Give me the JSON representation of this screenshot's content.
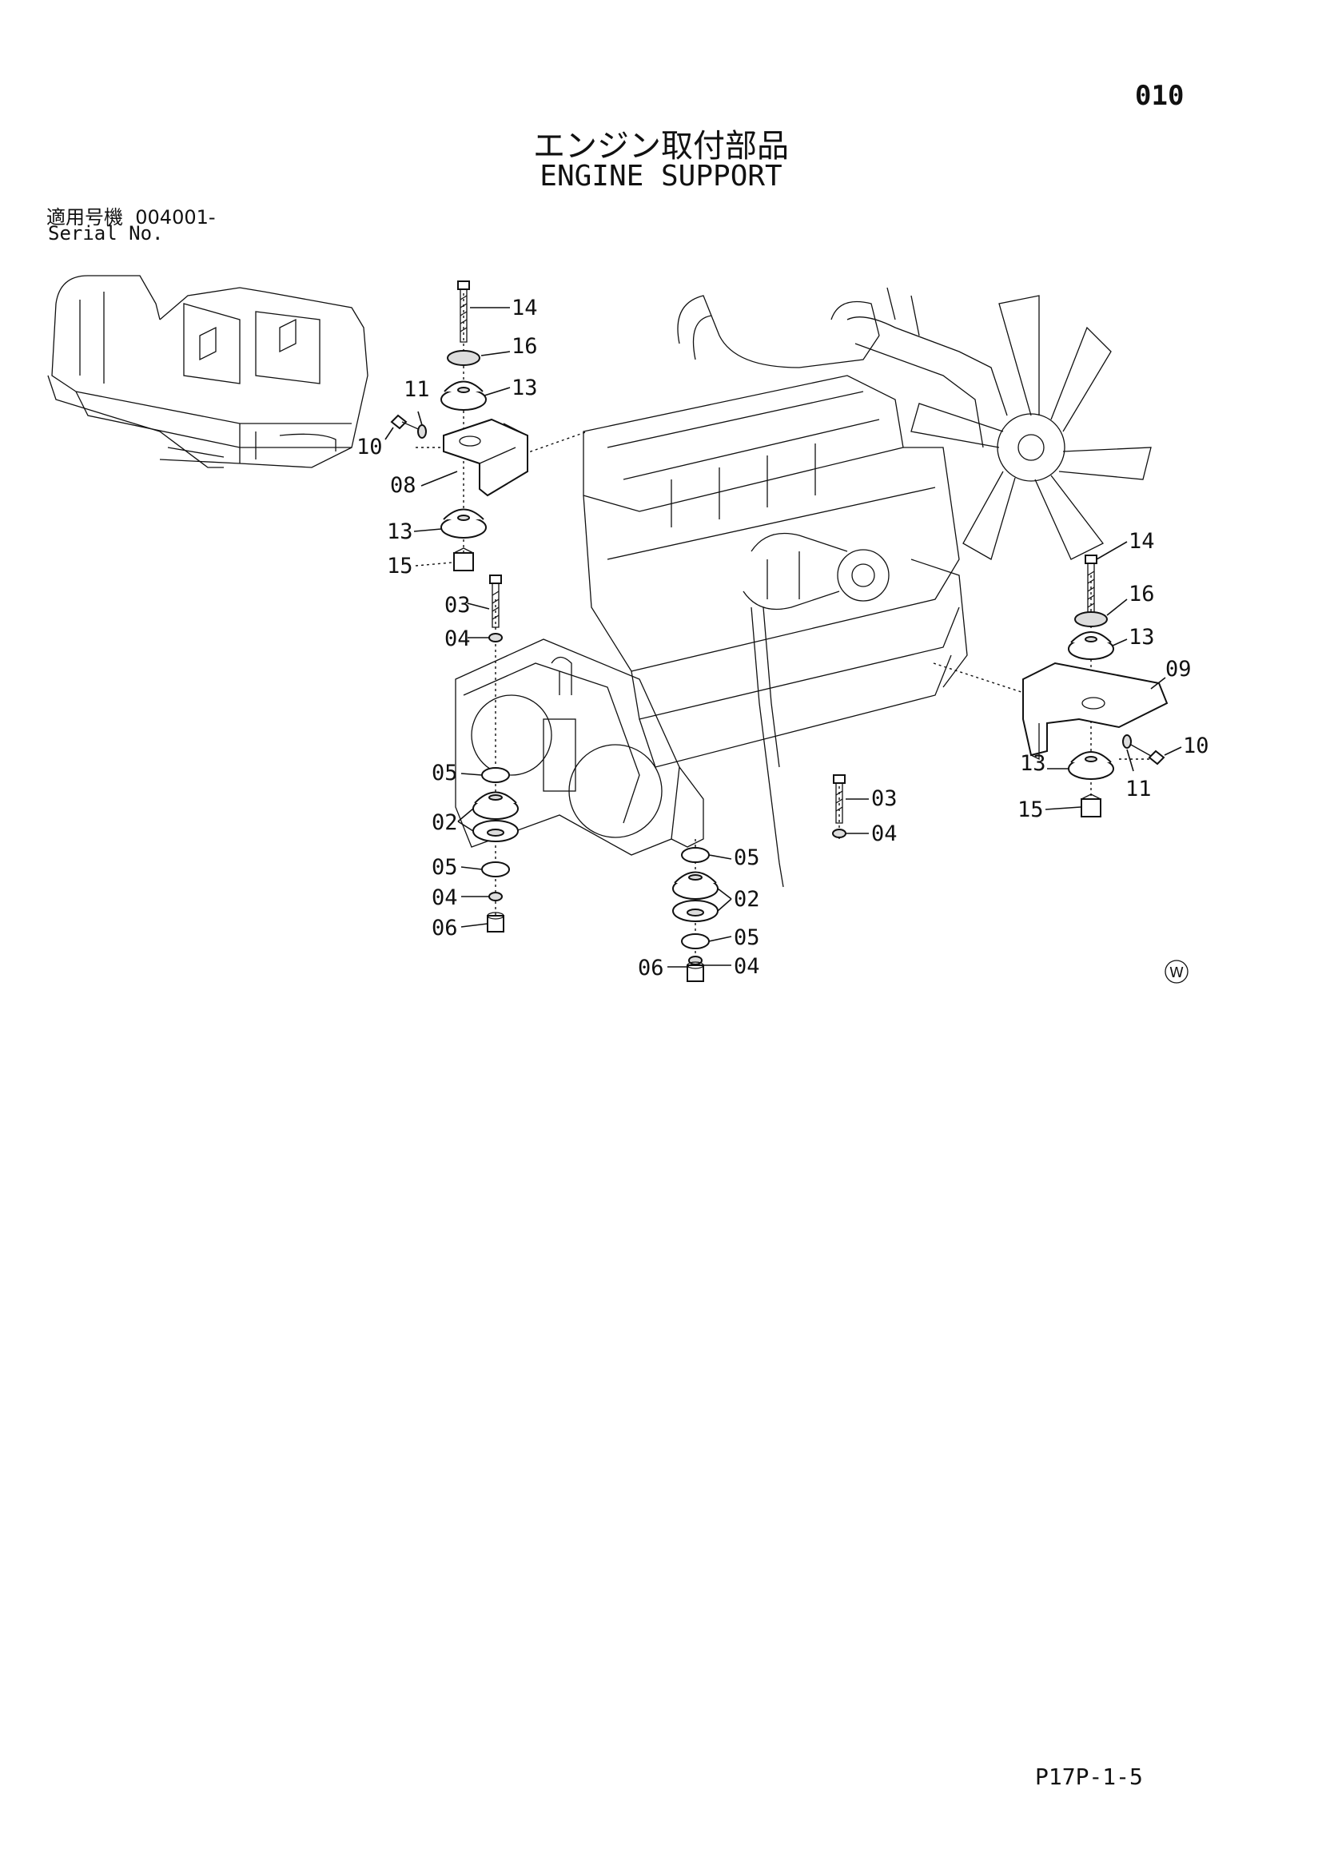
{
  "page_number": "010",
  "title_jp": "エンジン取付部品",
  "title_en": "ENGINE SUPPORT",
  "serial_label_jp": "適用号機",
  "serial_value": "004001-",
  "serial_label_en": "Serial No.",
  "page_code": "P17P-1-5",
  "watermark_letter": "W",
  "callouts": {
    "l14": "14",
    "l16": "16",
    "l11": "11",
    "l13a": "13",
    "l10": "10",
    "l08": "08",
    "l13b": "13",
    "l15": "15",
    "l03": "03",
    "l04": "04",
    "l05a": "05",
    "l02a": "02",
    "l05b": "05",
    "l04b": "04",
    "l06": "06",
    "l03r": "03",
    "l04r": "04",
    "l05c": "05",
    "l02b": "02",
    "l05d": "05",
    "l06b": "06",
    "l04c": "04",
    "r14": "14",
    "r16": "16",
    "r13": "13",
    "r09": "09",
    "r10": "10",
    "r13b": "13",
    "r11": "11",
    "r15": "15"
  }
}
